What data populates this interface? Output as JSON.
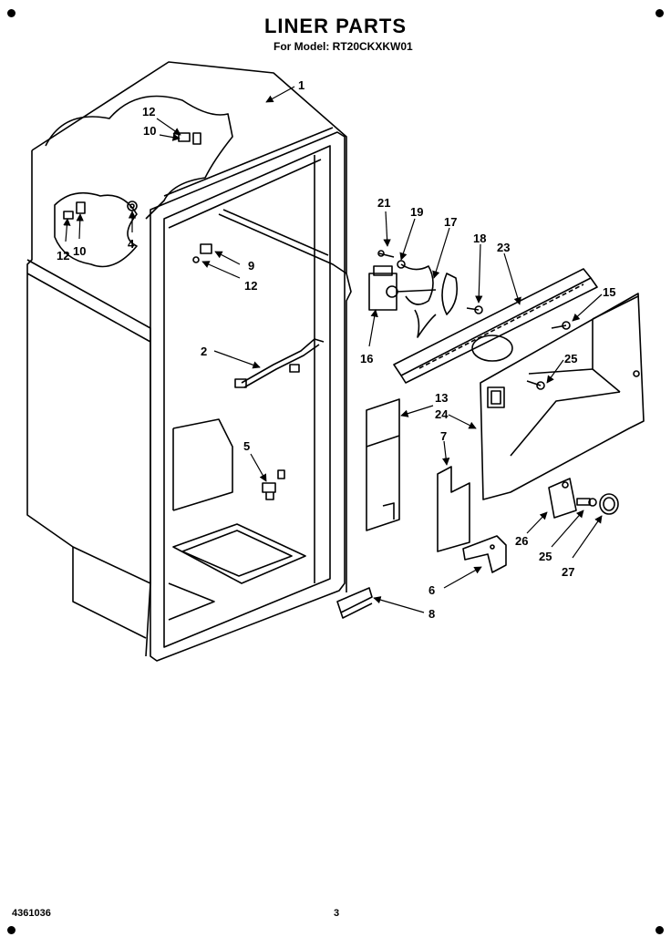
{
  "header": {
    "title": "LINER PARTS",
    "subtitle": "For Model: RT20CKXKW01"
  },
  "footer": {
    "doc_number": "4361036",
    "page_number": "3"
  },
  "callouts": [
    {
      "id": "c1",
      "label": "1"
    },
    {
      "id": "c12a",
      "label": "12"
    },
    {
      "id": "c10a",
      "label": "10"
    },
    {
      "id": "c12b",
      "label": "12"
    },
    {
      "id": "c10b",
      "label": "10"
    },
    {
      "id": "c4",
      "label": "4"
    },
    {
      "id": "c9",
      "label": "9"
    },
    {
      "id": "c12c",
      "label": "12"
    },
    {
      "id": "c2",
      "label": "2"
    },
    {
      "id": "c5",
      "label": "5"
    },
    {
      "id": "c21",
      "label": "21"
    },
    {
      "id": "c19",
      "label": "19"
    },
    {
      "id": "c17",
      "label": "17"
    },
    {
      "id": "c18",
      "label": "18"
    },
    {
      "id": "c23",
      "label": "23"
    },
    {
      "id": "c15",
      "label": "15"
    },
    {
      "id": "c16",
      "label": "16"
    },
    {
      "id": "c25a",
      "label": "25"
    },
    {
      "id": "c13",
      "label": "13"
    },
    {
      "id": "c24",
      "label": "24"
    },
    {
      "id": "c7",
      "label": "7"
    },
    {
      "id": "c26",
      "label": "26"
    },
    {
      "id": "c25b",
      "label": "25"
    },
    {
      "id": "c27",
      "label": "27"
    },
    {
      "id": "c6",
      "label": "6"
    },
    {
      "id": "c8",
      "label": "8"
    }
  ]
}
